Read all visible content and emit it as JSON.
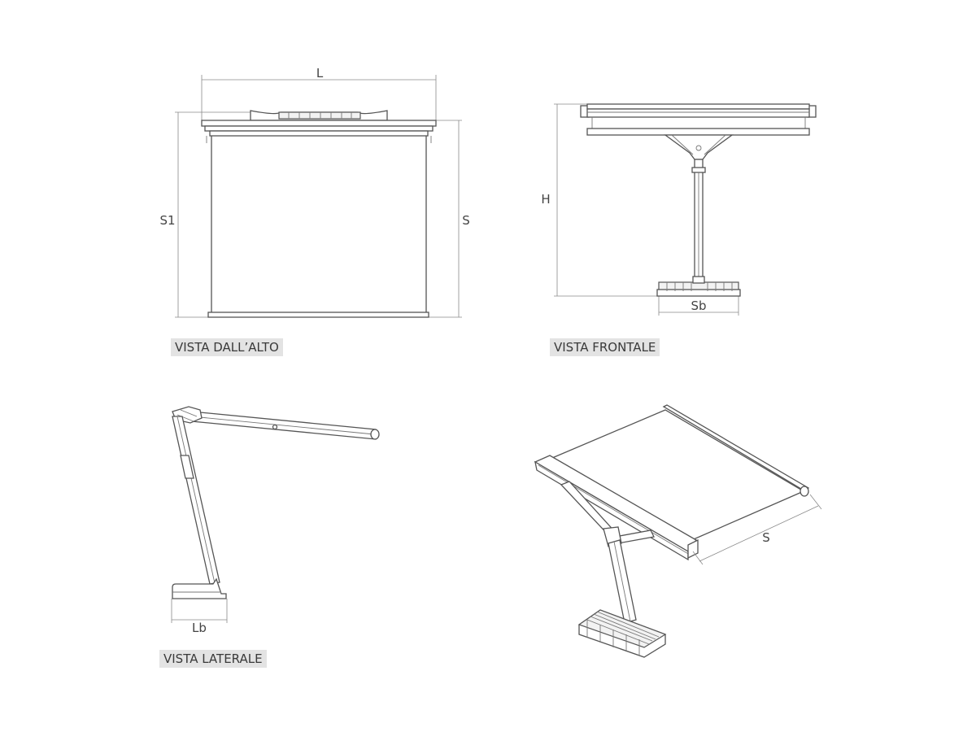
{
  "views": {
    "top": {
      "caption": "VISTA DALL’ALTO",
      "dim_width": "L",
      "dim_left": "S1",
      "dim_right": "S"
    },
    "front": {
      "caption": "VISTA FRONTALE",
      "dim_height": "H",
      "dim_base": "Sb"
    },
    "side": {
      "caption": "VISTA LATERALE",
      "dim_base": "Lb"
    },
    "iso": {
      "dim_projection": "S"
    }
  }
}
